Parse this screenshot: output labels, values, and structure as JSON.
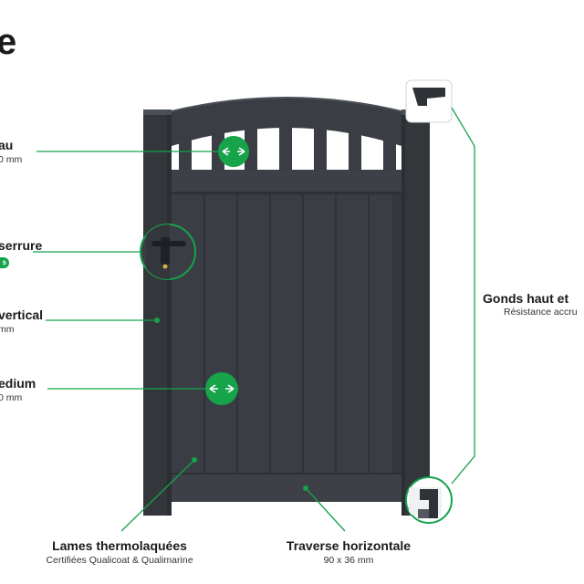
{
  "heading": "e",
  "colors": {
    "accent_green": "#16a34a",
    "gate_dark": "#3a3e44",
    "gate_post": "#33373c"
  },
  "callouts": {
    "top_panel": {
      "title": "au",
      "subtitle": "0 mm"
    },
    "lock": {
      "title": "serrure",
      "badge": "s"
    },
    "vertical": {
      "title": "vertical",
      "subtitle": "mm"
    },
    "medium": {
      "title": "edium",
      "subtitle": "0 mm"
    },
    "slats": {
      "title": "Lames thermolaquées",
      "subtitle": "Certifiées Qualicoat & Qualimarine"
    },
    "crossbar": {
      "title": "Traverse horizontale",
      "subtitle": "90 x 36 mm"
    },
    "hinges": {
      "title": "Gonds haut et",
      "subtitle": "Résistance accru"
    }
  },
  "icons": {
    "arrows": "double-arrow-icon",
    "lock": "lock-handle-icon",
    "hinge": "hinge-icon"
  }
}
